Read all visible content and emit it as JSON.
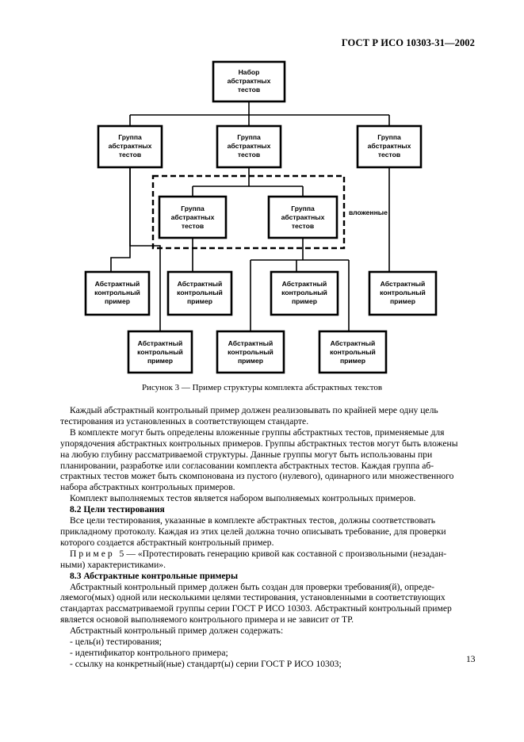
{
  "header": {
    "doc_id": "ГОСТ Р ИСО 10303-31—2002"
  },
  "figure": {
    "root_label": [
      "Набор",
      "абстрактных",
      "тестов"
    ],
    "group_label": [
      "Группа",
      "абстрактных",
      "тестов"
    ],
    "case_label": [
      "Абстрактный",
      "контрольный",
      "пример"
    ],
    "nested_label": "вложенные",
    "caption": "Рисунок 3 — Пример структуры комплекта абстрактных текстов"
  },
  "body": {
    "p1": [
      "Каждый абстрактный контрольный пример должен реализовывать по крайней мере одну цель",
      "тестирования из установленных в соответствующем стандарте."
    ],
    "p2": [
      "В комплекте могут быть определены вложенные группы абстрактных тестов, применяемые для",
      "упорядочения абстрактных контрольных примеров. Группы абстрактных тестов могут быть вложены",
      "на любую глубину рассматриваемой структуры. Данные группы могут быть использованы при",
      "планировании, разработке или согласовании комплекта абстрактных тестов. Каждая группа аб-",
      "страктных тестов может быть скомпонована из пустого (нулевого), одинарного или множественного",
      "набора абстрактных контрольных примеров."
    ],
    "p3": "Комплект выполняемых тестов является набором выполняемых контрольных примеров.",
    "h82": "8.2 Цели тестирования",
    "p4": [
      "Все цели тестирования, указанные в комплекте абстрактных тестов, должны соответствовать",
      "прикладному протоколу. Каждая из этих целей должна точно описывать требование, для проверки",
      "которого создается абстрактный контрольный пример."
    ],
    "example_prefix": "Пример 5",
    "example_text": [
      "— «Протестировать генерацию кривой как составной с произвольными (незадан-",
      "ными) характеристиками»."
    ],
    "h83": "8.3 Абстрактные контрольные примеры",
    "p5": [
      "Абстрактный контрольный пример должен быть создан для проверки требования(й), опреде-",
      "ляемого(мых) одной или несколькими целями тестирования, установленными в соответствующих",
      "стандартах рассматриваемой группы серии ГОСТ Р ИСО 10303. Абстрактный контрольный пример",
      "является основой выполняемого контрольного примера и не зависит от ТР."
    ],
    "p6": "Абстрактный контрольный пример должен содержать:",
    "list": [
      "- цель(и) тестирования;",
      "- идентификатор контрольного примера;",
      "- ссылку на конкретный(ные) стандарт(ы) серии ГОСТ Р ИСО 10303;"
    ]
  },
  "page_number": "13"
}
